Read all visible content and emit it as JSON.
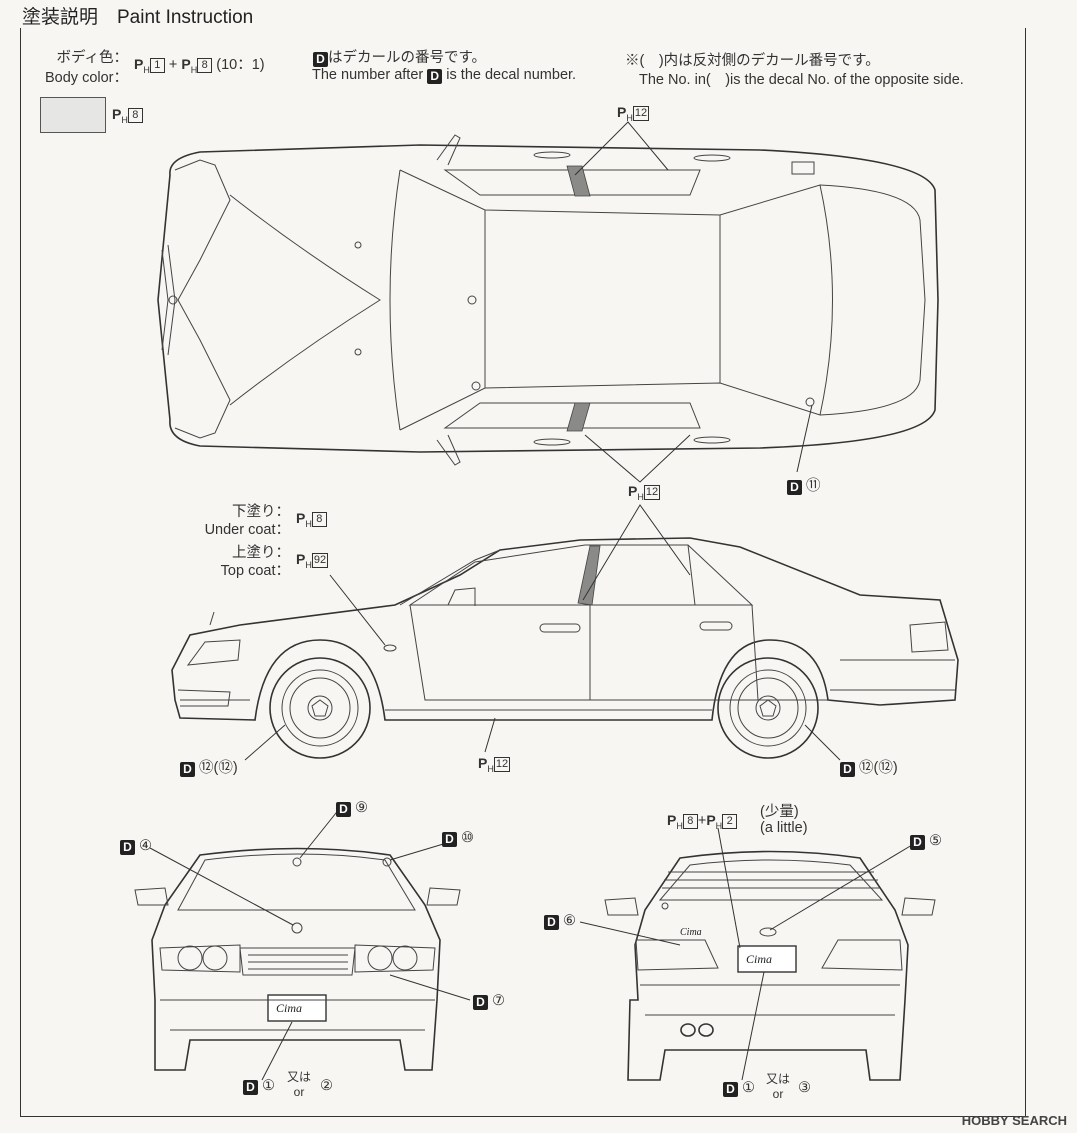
{
  "title": "塗装説明　Paint Instruction",
  "body_color": {
    "jp": "ボディ色：",
    "en": "Body color：",
    "formula": "(10：1)"
  },
  "decal_note": {
    "jp": "はデカールの番号です。",
    "en_before": "The number after",
    "en_after": "is the decal number."
  },
  "opposite_note": {
    "jp": "※(　)内は反対側のデカール番号です。",
    "en": "The No. in(　)is the decal No. of the opposite side."
  },
  "coat": {
    "under_jp": "下塗り：",
    "under_en": "Under coat：",
    "top_jp": "上塗り：",
    "top_en": "Top coat："
  },
  "paint": {
    "p1": "1",
    "p8": "8",
    "p12": "12",
    "p92": "92",
    "p2": "2"
  },
  "glyph": {
    "ph_p": "P",
    "ph_h": "H",
    "d": "D",
    "plus": "+"
  },
  "rear_paint": {
    "little_jp": "(少量)",
    "little_en": "(a little)"
  },
  "decals": {
    "d11": "⑪",
    "d12_left": "⑫(⑫)",
    "d12_right": "⑫(⑫)",
    "d9": "⑨",
    "d10": "⑩",
    "d4": "④",
    "d7": "⑦",
    "d5": "⑤",
    "d6": "⑥",
    "front_plate": "①",
    "front_alt": "②",
    "rear_plate": "①",
    "rear_alt": "③",
    "or_jp": "又は",
    "or_en": "or"
  },
  "badges": {
    "front": "Cima",
    "rear": "Cima",
    "trunk": "Cima"
  },
  "watermark": "HOBBY SEARCH"
}
